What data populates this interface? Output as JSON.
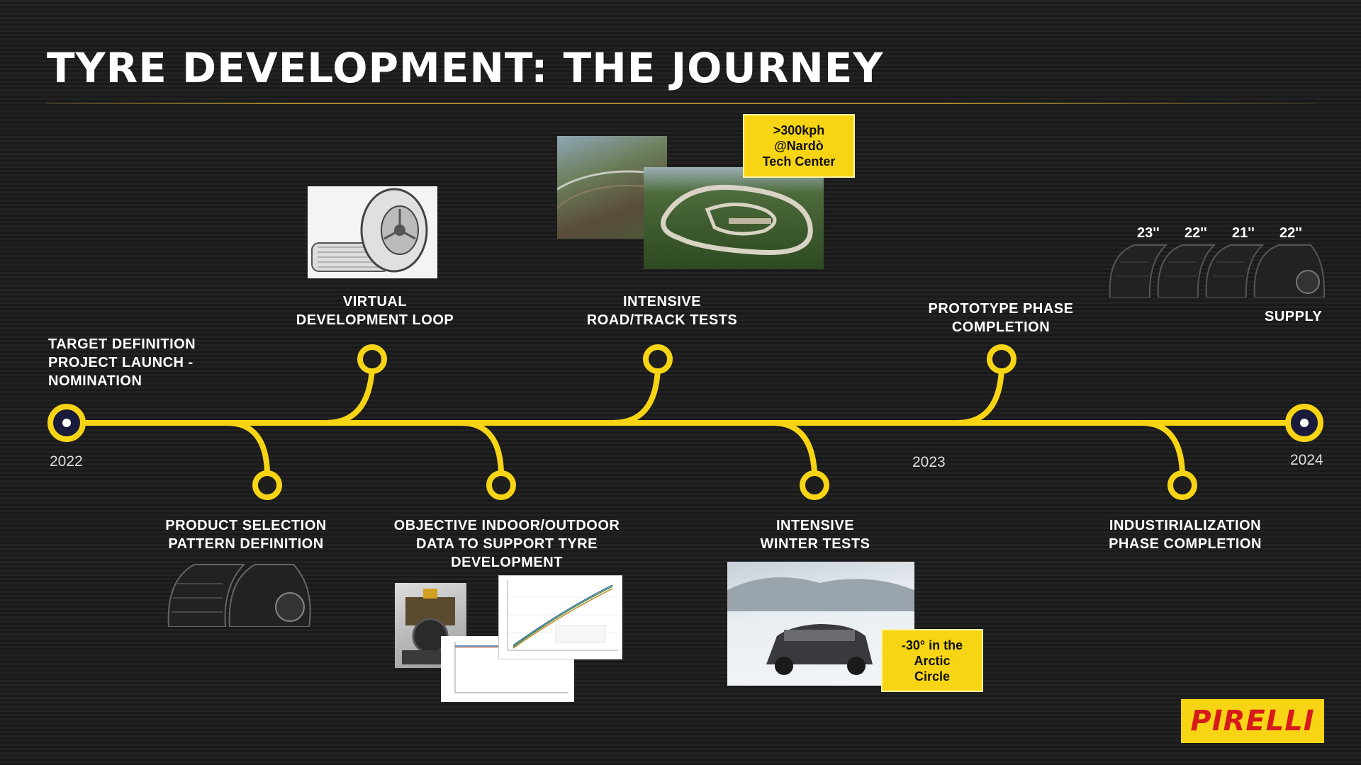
{
  "title": "TYRE DEVELOPMENT: THE JOURNEY",
  "colors": {
    "accent": "#f7d515",
    "background": "#1e1e1e",
    "node_fill": "#1a1a3a",
    "logo_red": "#d71a1a"
  },
  "years": {
    "start": "2022",
    "middle": "2023",
    "end": "2024"
  },
  "milestones_above": {
    "target": "TARGET DEFINITION\nPROJECT LAUNCH -\nNOMINATION",
    "virtual": "VIRTUAL\nDEVELOPMENT LOOP",
    "road": "INTENSIVE\nROAD/TRACK TESTS",
    "prototype": "PROTOTYPE PHASE\nCOMPLETION",
    "supply": "SUPPLY"
  },
  "milestones_below": {
    "product": "PRODUCT SELECTION\nPATTERN DEFINITION",
    "objective": "OBJECTIVE INDOOR/OUTDOOR\nDATA TO SUPPORT TYRE\nDEVELOPMENT",
    "winter": "INTENSIVE\nWINTER TESTS",
    "industrialization": "INDUSTIRIALIZATION\nPHASE COMPLETION"
  },
  "callouts": {
    "nardo": ">300kph\n@Nardò\nTech Center",
    "arctic": "-30° in the\nArctic\nCircle"
  },
  "tire_sizes": [
    "23''",
    "22''",
    "21''",
    "22''"
  ],
  "logo": "PIRELLI"
}
